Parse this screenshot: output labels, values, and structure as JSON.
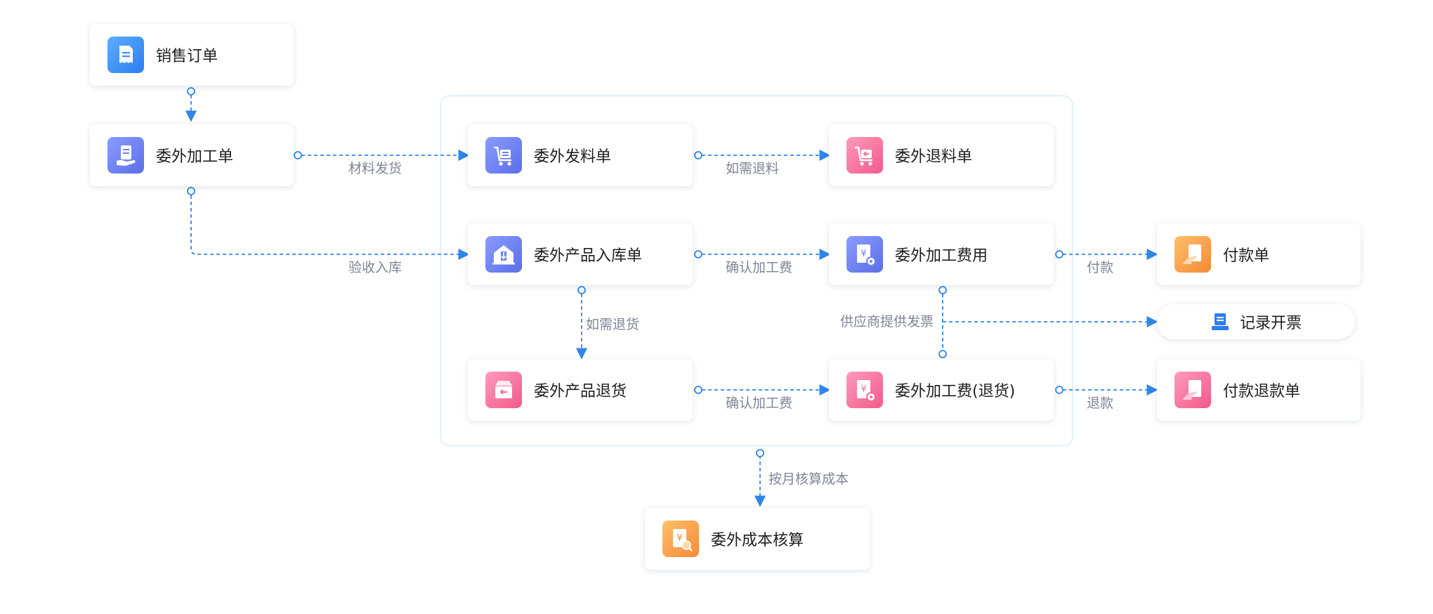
{
  "nodes": {
    "sales_order": {
      "label": "销售订单",
      "icon": "document-icon",
      "color": "#3d8ff5"
    },
    "outsourcing_order": {
      "label": "委外加工单",
      "icon": "hand-document-icon",
      "color": "#6e82f2"
    },
    "material_issue": {
      "label": "委外发料单",
      "icon": "cart-icon",
      "color": "#6e82f2"
    },
    "material_return": {
      "label": "委外退料单",
      "icon": "cart-return-icon",
      "color": "#f46d98"
    },
    "product_receipt": {
      "label": "委外产品入库单",
      "icon": "warehouse-in-icon",
      "color": "#6e82f2"
    },
    "processing_fee": {
      "label": "委外加工费用",
      "icon": "yen-gear-icon",
      "color": "#6e82f2"
    },
    "payment": {
      "label": "付款单",
      "icon": "payment-hand-icon",
      "color": "#f79c45"
    },
    "record_invoice": {
      "label": "记录开票",
      "icon": "invoice-printer-icon",
      "color": "#2c7ef0"
    },
    "product_return": {
      "label": "委外产品退货",
      "icon": "box-return-icon",
      "color": "#f46d98"
    },
    "processing_fee_return": {
      "label": "委外加工费(退货)",
      "icon": "yen-gear-return-icon",
      "color": "#f46d98"
    },
    "payment_refund": {
      "label": "付款退款单",
      "icon": "refund-hand-icon",
      "color": "#f46d98"
    },
    "cost_accounting": {
      "label": "委外成本核算",
      "icon": "yen-search-icon",
      "color": "#f79c45"
    }
  },
  "edges": {
    "material_dispatch": "材料发货",
    "inspection_receipt": "验收入库",
    "return_if_needed_material": "如需退料",
    "confirm_fee_top": "确认加工费",
    "pay": "付款",
    "return_if_needed_goods": "如需退货",
    "supplier_invoice": "供应商提供发票",
    "confirm_fee_bottom": "确认加工费",
    "refund": "退款",
    "monthly_cost": "按月核算成本"
  },
  "colors": {
    "connector": "#2f86e8",
    "group_border": "#cfe3fa",
    "label_text": "#7f8594"
  }
}
